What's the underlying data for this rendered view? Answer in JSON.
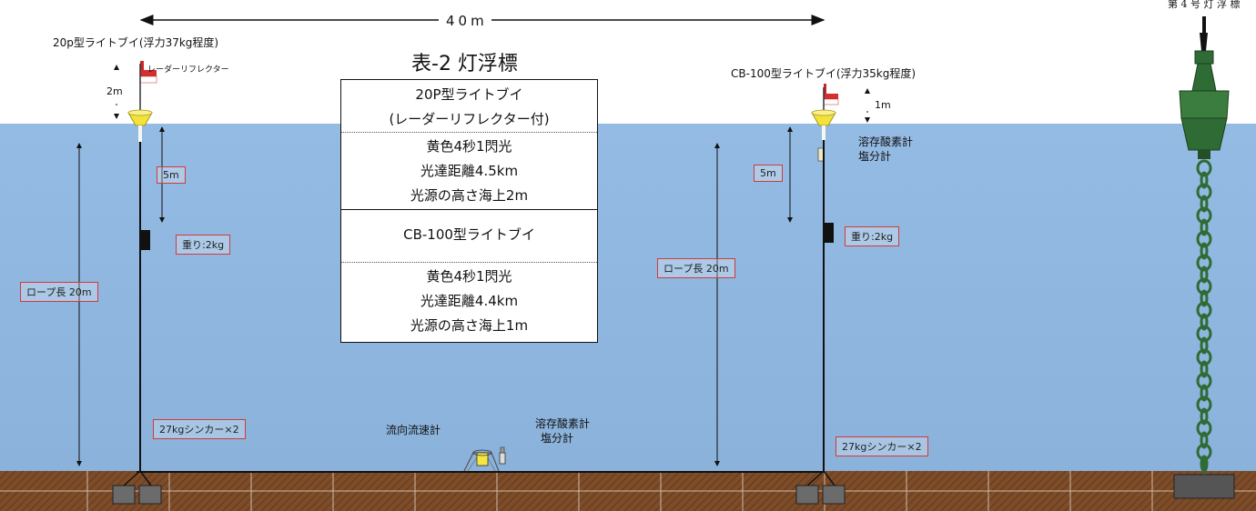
{
  "top_dimension": {
    "label": "40m"
  },
  "corner_caption": "第 4 号 灯 浮 標",
  "table": {
    "title": "表-2 灯浮標",
    "section1": [
      "20P型ライトブイ",
      "(レーダーリフレクター付)"
    ],
    "section1_details": [
      "黄色4秒1閃光",
      "光達距離4.5km",
      "光源の高さ海上2m"
    ],
    "section2": [
      "CB-100型ライトブイ"
    ],
    "section2_details": [
      "黄色4秒1閃光",
      "光達距離4.4km",
      "光源の高さ海上1m"
    ]
  },
  "left_buoy": {
    "title": "20p型ライトブイ(浮力37kg程度)",
    "reflector_label": "レーダーリフレクター",
    "height_label": "2m",
    "depth_label": "5m",
    "weight_label": "重り:2kg",
    "rope_label": "ロープ長 20m",
    "sinker_label": "27kgシンカー×2"
  },
  "right_buoy": {
    "title": "CB-100型ライトブイ(浮力35kg程度)",
    "height_label": "1m",
    "sensor_label": [
      "溶存酸素計",
      "塩分計"
    ],
    "depth_label": "5m",
    "weight_label": "重り:2kg",
    "rope_label": "ロープ長 20m",
    "sinker_label": "27kgシンカー×2"
  },
  "seabed_instruments": {
    "current_meter_label": "流向流速計",
    "sensor_label": [
      "溶存酸素計",
      "塩分計"
    ]
  },
  "colors": {
    "water": "#8fb6de",
    "seabed": "#7a4a28",
    "buoy_yellow": "#f2e23a",
    "nav_buoy_green": "#2f6b34",
    "label_box": "#d23a3a"
  }
}
